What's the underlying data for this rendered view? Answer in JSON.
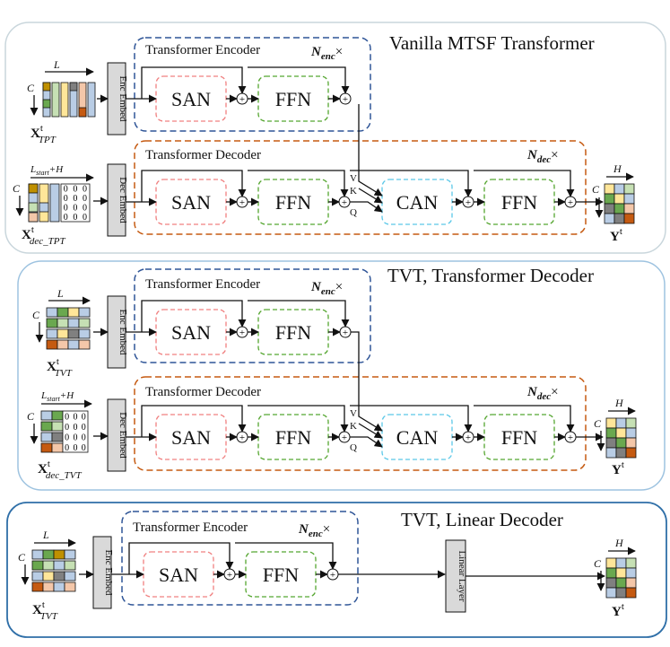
{
  "colors": {
    "panel_border_1": "#c9d6dc",
    "panel_border_2": "#9ec3e0",
    "panel_border_3": "#2f6fa8",
    "encoder_border": "#2f5597",
    "decoder_border": "#c55a11",
    "san_border": "#f08080",
    "ffn_border": "#55a630",
    "can_border": "#5bc8e8",
    "cell_blue": "#b9cde5",
    "cell_orange": "#f4c7a9",
    "cell_green": "#6aa84f",
    "cell_gold": "#bf9000",
    "cell_gray": "#808080",
    "cell_yellow": "#ffe699",
    "cell_lightgreen": "#c6e0b4",
    "cell_darkorange": "#c55a11",
    "embed_fill": "#d9d9d9"
  },
  "panels": [
    {
      "title": "Vanilla MTSF Transformer",
      "encoder": {
        "title": "Transformer Encoder",
        "repeat": "N",
        "repeat_sub": "enc",
        "repeat_suffix": "×",
        "san": "SAN",
        "ffn": "FFN"
      },
      "decoder": {
        "title": "Transformer Decoder",
        "repeat": "N",
        "repeat_sub": "dec",
        "repeat_suffix": "×",
        "san": "SAN",
        "ffn1": "FFN",
        "can": "CAN",
        "ffn2": "FFN",
        "v": "V",
        "k": "K",
        "q": "Q"
      },
      "enc_embed": "Enc Embed",
      "dec_embed": "Dec Embed",
      "enc_input": {
        "name": "X",
        "sup": "t",
        "sub": "TPT",
        "dim_top": "L",
        "dim_side": "C"
      },
      "dec_input": {
        "name": "X",
        "sup": "t",
        "sub": "dec_TPT",
        "dim_top": "L",
        "dim_top_sub": "start",
        "dim_top_tail": "+H",
        "dim_side": "C",
        "zero": "0"
      },
      "output": {
        "name": "Y",
        "sup": "t",
        "dim_top": "H",
        "dim_side": "C"
      }
    },
    {
      "title": "TVT, Transformer Decoder",
      "encoder": {
        "title": "Transformer Encoder",
        "repeat": "N",
        "repeat_sub": "enc",
        "repeat_suffix": "×",
        "san": "SAN",
        "ffn": "FFN"
      },
      "decoder": {
        "title": "Transformer Decoder",
        "repeat": "N",
        "repeat_sub": "dec",
        "repeat_suffix": "×",
        "san": "SAN",
        "ffn1": "FFN",
        "can": "CAN",
        "ffn2": "FFN",
        "v": "V",
        "k": "K",
        "q": "Q"
      },
      "enc_embed": "Enc Embed",
      "dec_embed": "Dec Embed",
      "enc_input": {
        "name": "X",
        "sup": "t",
        "sub": "TVT",
        "dim_top": "L",
        "dim_side": "C"
      },
      "dec_input": {
        "name": "X",
        "sup": "t",
        "sub": "dec_TVT",
        "dim_top": "L",
        "dim_top_sub": "start",
        "dim_top_tail": "+H",
        "dim_side": "C",
        "zero": "0"
      },
      "output": {
        "name": "Y",
        "sup": "t",
        "dim_top": "H",
        "dim_side": "C"
      }
    },
    {
      "title": "TVT, Linear Decoder",
      "encoder": {
        "title": "Transformer Encoder",
        "repeat": "N",
        "repeat_sub": "enc",
        "repeat_suffix": "×",
        "san": "SAN",
        "ffn": "FFN"
      },
      "enc_embed": "Enc Embed",
      "linear_layer": "Linear Layer",
      "enc_input": {
        "name": "X",
        "sup": "t",
        "sub": "TVT",
        "dim_top": "L",
        "dim_side": "C"
      },
      "output": {
        "name": "Y",
        "sup": "t",
        "dim_top": "H",
        "dim_side": "C"
      }
    }
  ],
  "plus": "⊕"
}
